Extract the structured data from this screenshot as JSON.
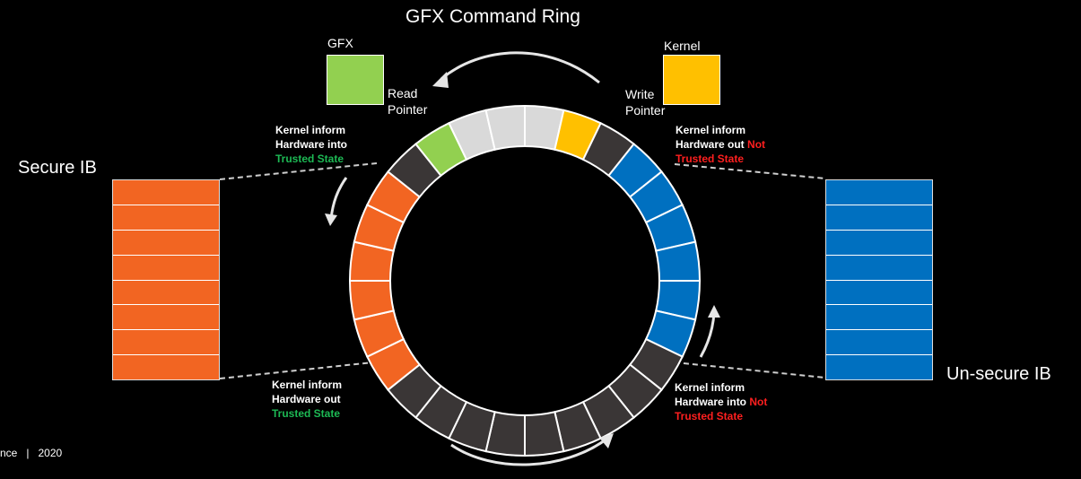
{
  "title": "GFX Command Ring",
  "gfx": {
    "label": "GFX",
    "color": "#92d050"
  },
  "kernel": {
    "label": "Kernel",
    "color": "#ffc000"
  },
  "read_pointer": {
    "line1": "Read",
    "line2": "Pointer"
  },
  "write_pointer": {
    "line1": "Write",
    "line2": "Pointer"
  },
  "secure_ib": {
    "label": "Secure IB",
    "color": "#f26522",
    "rows": 8
  },
  "unsecure_ib": {
    "label": "Un-secure IB",
    "color": "#0070c0",
    "rows": 8
  },
  "notes": {
    "into_trusted": {
      "l1": "Kernel inform",
      "l2": "Hardware into",
      "l3": "Trusted State"
    },
    "out_not_trusted": {
      "l1": "Kernel inform",
      "l2": "Hardware out",
      "l2b": "Not",
      "l3": "Trusted State"
    },
    "out_trusted": {
      "l1": "Kernel inform",
      "l2": "Hardware out",
      "l3": "Trusted State"
    },
    "into_not_trusted": {
      "l1": "Kernel inform",
      "l2": "Hardware into",
      "l2b": "Not",
      "l3": "Trusted State"
    }
  },
  "ring_colors": {
    "empty": "#d9d9d9",
    "dark": "#3a3636",
    "secure": "#f26522",
    "unsecure": "#0070c0",
    "gfx": "#92d050",
    "kernel": "#ffc000"
  },
  "footer": {
    "text": "nce   |   2020"
  }
}
